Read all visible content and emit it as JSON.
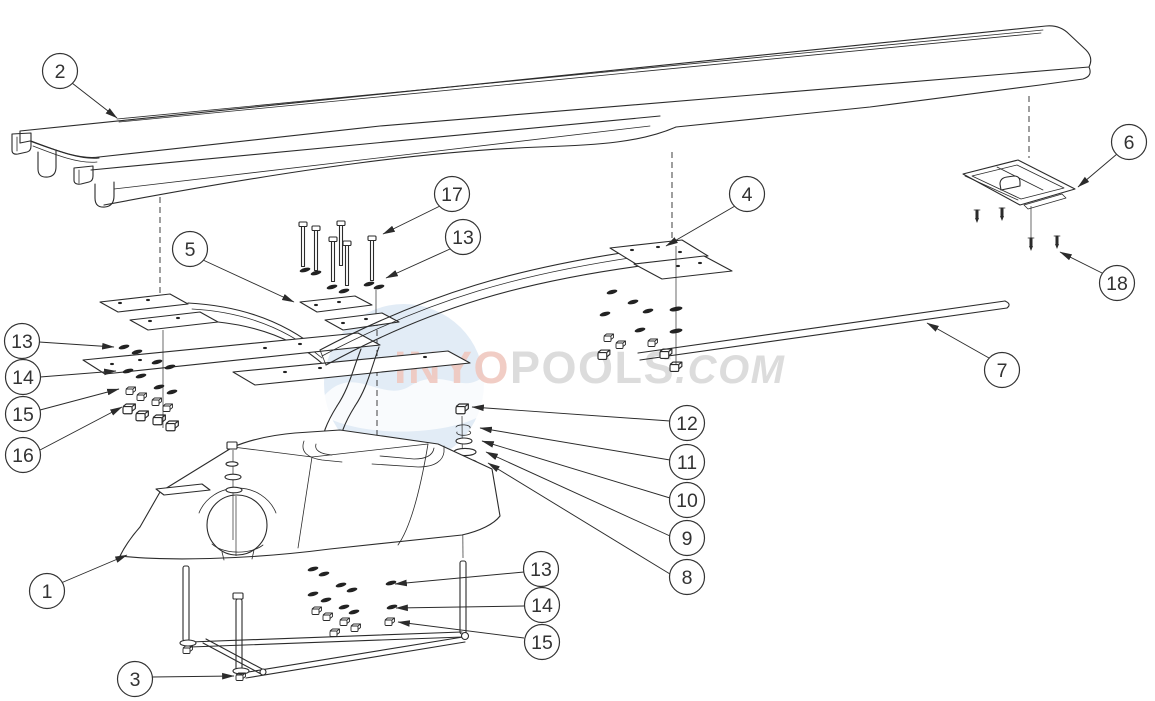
{
  "watermark": {
    "inyo": "INYO",
    "pools": "POOLS",
    "dotcom": ".COM"
  },
  "colors": {
    "line": "#2b2b2b",
    "accent_blue": "#4a78ab",
    "logo_blue": "#cbdcee",
    "watermark_red": "#f0c8bf",
    "watermark_gray": "#d9d9d9"
  },
  "callouts": {
    "c1": "1",
    "c2": "2",
    "c3": "3",
    "c4": "4",
    "c5": "5",
    "c6": "6",
    "c7": "7",
    "c8": "8",
    "c9": "9",
    "c10": "10",
    "c11": "11",
    "c12": "12",
    "c13top": "13",
    "c13left": "13",
    "c13bottom": "13",
    "c14left": "14",
    "c14bottom": "14",
    "c15left": "15",
    "c15bottom": "15",
    "c16": "16",
    "c17": "17",
    "c18": "18"
  }
}
